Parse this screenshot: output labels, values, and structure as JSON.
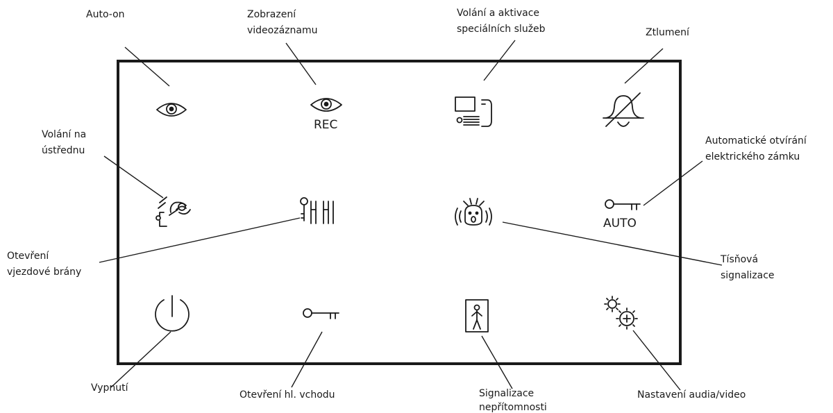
{
  "labels": {
    "auto_on": "Auto-on",
    "video_rec": [
      "Zobrazení",
      "videozáznamu"
    ],
    "special_services": [
      "Volání a aktivace",
      "speciálních služeb"
    ],
    "mute": "Ztlumení",
    "call_switchboard": [
      "Volání na",
      "ústřednu"
    ],
    "auto_lock": [
      "Automatické otvírání",
      "elektrického zámku"
    ],
    "open_gate": [
      "Otevření",
      "vjezdové brány"
    ],
    "panic": [
      "Tísňová",
      "signalizace"
    ],
    "power_off": "Vypnutí",
    "open_main_entrance": "Otevření hl. vchodu",
    "absence": [
      "Signalizace",
      "nepřítomnosti"
    ],
    "av_settings": "Nastavení audia/video"
  },
  "icon_text": {
    "rec": "REC",
    "auto": "AUTO"
  },
  "icons": [
    "eye-icon",
    "eye-rec-icon",
    "intercom-icon",
    "bell-muted-icon",
    "switchboard-call-icon",
    "gate-icon",
    "panic-alarm-icon",
    "key-auto-icon",
    "power-icon",
    "key-icon",
    "person-door-icon",
    "brightness-icon"
  ],
  "colors": {
    "stroke": "#1a1a1a",
    "background": "#ffffff"
  }
}
